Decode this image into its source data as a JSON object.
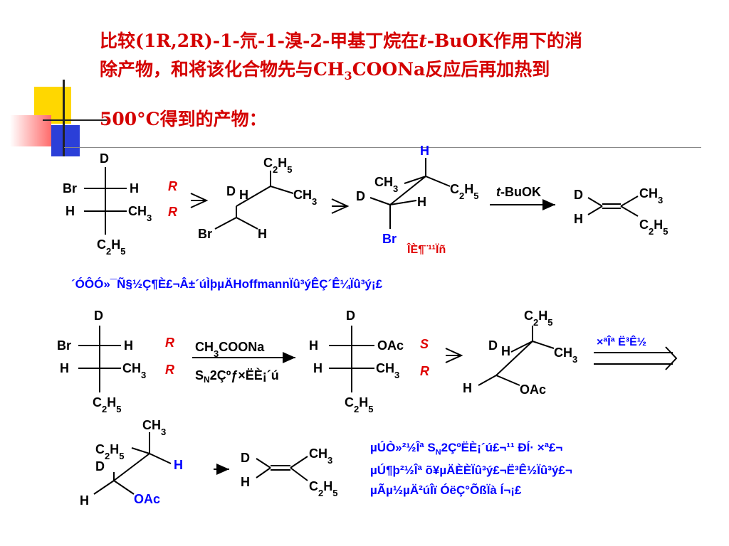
{
  "title": {
    "line1": "比较(1R,2R)-1-氘-1-溴-2-甲基丁烷在t-BuOK作用下的消",
    "line1_a": "比较",
    "line1_b": "(1R,2R)-1-",
    "line1_c": "氘",
    "line1_d": "-1-",
    "line1_e": "溴",
    "line1_f": "-2-",
    "line1_g": "甲基丁烷在",
    "line1_h": "t",
    "line1_i": "-BuOK",
    "line1_j": "作用下的消",
    "line2_a": "除产物，和将该化合物先与",
    "line2_b": "CH",
    "line2_c": "3",
    "line2_d": "COONa",
    "line2_e": "反应后再加热到",
    "line3_a": "500°C",
    "line3_b": "得到的产物："
  },
  "scheme1": {
    "fischer": {
      "top": "D",
      "left1": "Br",
      "right1": "H",
      "left2": "H",
      "right2": "CH3",
      "bottom": "C2H5",
      "config1": "R",
      "config2": "R"
    },
    "sawhorse1": {
      "top": "C2H5",
      "left": "D",
      "h_front": "H",
      "right": "CH3",
      "bottom_left": "Br",
      "bottom_right": "H"
    },
    "sawhorse2": {
      "top_h": "H",
      "ch3": "CH3",
      "c2h5": "C2H5",
      "d": "D",
      "h": "H",
      "br": "Br",
      "note": "ÎÈ¶¨¹¹Ïñ"
    },
    "reagent_t": "t",
    "reagent": "-BuOK",
    "product": {
      "d": "D",
      "h": "H",
      "ch3": "CH3",
      "c2h5": "C2H5"
    },
    "caption": "´ÓÔÓ»¯Ñ§½Ç¶È£¬Â±´úÌþµÄHoffmannÏû³ýÊÇ´Ê¼Ïû³ý¡£"
  },
  "scheme2": {
    "fischer": {
      "top": "D",
      "left1": "Br",
      "right1": "H",
      "left2": "H",
      "right2": "CH3",
      "bottom": "C2H5",
      "config1": "R",
      "config2": "R"
    },
    "reagent_top": "CH3COONa",
    "reagent_bottom_a": "S",
    "reagent_bottom_b": "N",
    "reagent_bottom_c": "2Çºƒ×ËÈ¡´ú",
    "fischer2": {
      "top": "D",
      "left1": "H",
      "right1": "OAc",
      "left2": "H",
      "right2": "CH3",
      "bottom": "C2H5",
      "config1": "S",
      "config2": "R"
    },
    "sawhorse": {
      "top": "C2H5",
      "d": "D",
      "h": "H",
      "ch3": "CH3",
      "h2": "H",
      "oac": "OAc"
    },
    "arrow_label": "×ªÎª Ë³Ê½",
    "sawhorse2": {
      "ch3": "CH3",
      "c2h5": "C2H5",
      "d": "D",
      "h_right": "H",
      "h": "H",
      "oac": "OAc"
    },
    "product": {
      "d": "D",
      "h": "H",
      "ch3": "CH3",
      "c2h5": "C2H5"
    },
    "caption1_a": "µÚÒ»²½Îª S",
    "caption1_b": "N",
    "caption1_c": "2ÇºËÈ¡´ú£¬¹¹ ÐÍ·­ ×ª£¬",
    "caption2": "µÚ¶þ²½Îª õ¥µÄÈÈÏû³ý£¬Ë³Ê½Ïû³ý£¬",
    "caption3": "µÃµ½µÄ²úÎï ÓëÇ°ÕßÏà Í¬¡£"
  }
}
